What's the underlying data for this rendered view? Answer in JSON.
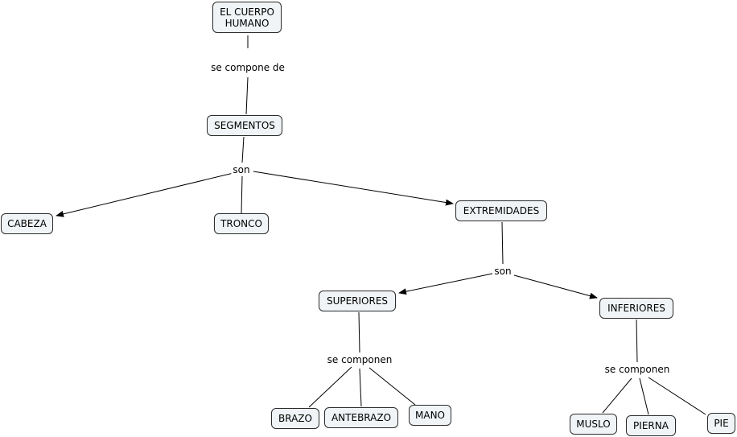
{
  "concept_map": {
    "concepts": {
      "cuerpo_humano": "EL CUERPO\nHUMANO",
      "segmentos": "SEGMENTOS",
      "cabeza": "CABEZA",
      "tronco": "TRONCO",
      "extremidades": "EXTREMIDADES",
      "superiores": "SUPERIORES",
      "inferiores": "INFERIORES",
      "brazo": "BRAZO",
      "antebrazo": "ANTEBRAZO",
      "mano": "MANO",
      "muslo": "MUSLO",
      "pierna": "PIERNA",
      "pie": "PIE"
    },
    "links": {
      "se_compone_de": "se compone de",
      "son_segmentos": "son",
      "son_extremidades": "son",
      "se_componen_superiores": "se componen",
      "se_componen_inferiores": "se componen"
    },
    "colors": {
      "node_fill": "#f0f4f6",
      "node_border": "#2b2b2b",
      "line": "#000000"
    }
  }
}
